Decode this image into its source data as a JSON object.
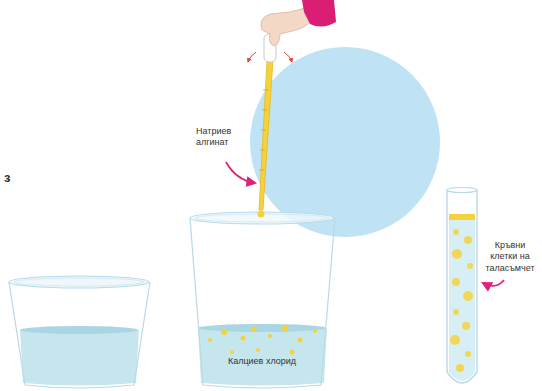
{
  "diagram": {
    "labels": [
      "з",
      "Натриев алгинат",
      "Калциев хлорид",
      "Кръвни клетки на таласъмчет"
    ]
  }
}
